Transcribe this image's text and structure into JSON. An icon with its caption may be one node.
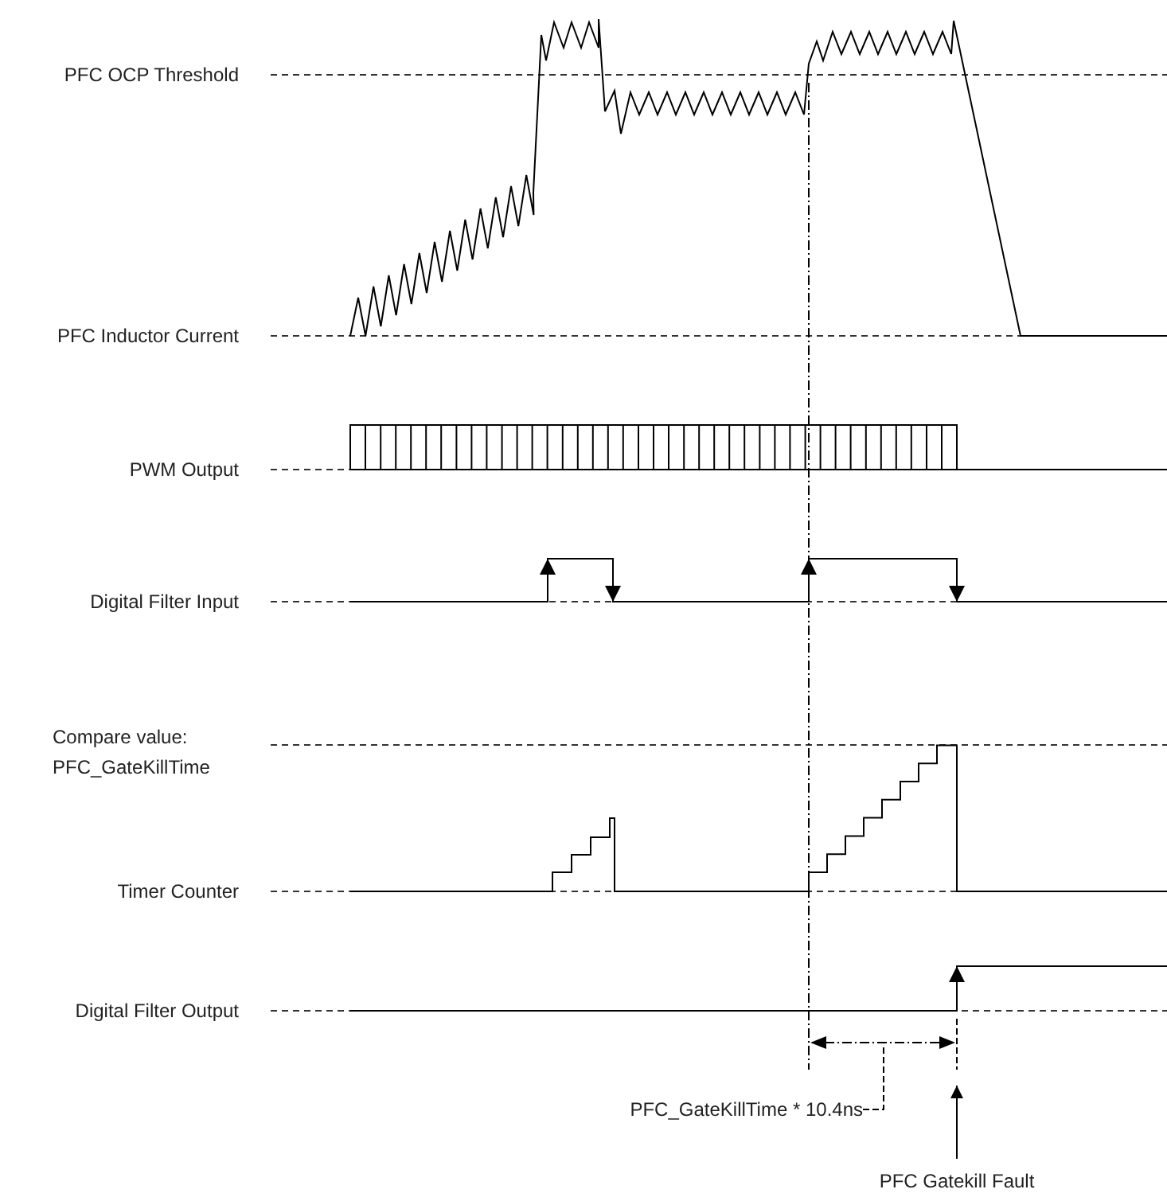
{
  "diagram": {
    "nodes": [
      {
        "text": [
          "PFC_GateKillTime * 10.4ns"
        ]
      },
      {
        "text": [
          "PFC Gatekill Fault"
        ]
      }
    ],
    "edges": [
      {
        "from": 0,
        "to": null,
        "arrow": "none",
        "style": "dashed"
      },
      {
        "from": 1,
        "to": null,
        "arrow": "to"
      }
    ],
    "labels": [
      "PFC OCP Threshold",
      "PFC Inductor Current",
      "PWM Output",
      "Digital Filter Input",
      "Compare value: PFC_GateKillTime",
      "Timer Counter",
      "Digital Filter Output"
    ]
  }
}
